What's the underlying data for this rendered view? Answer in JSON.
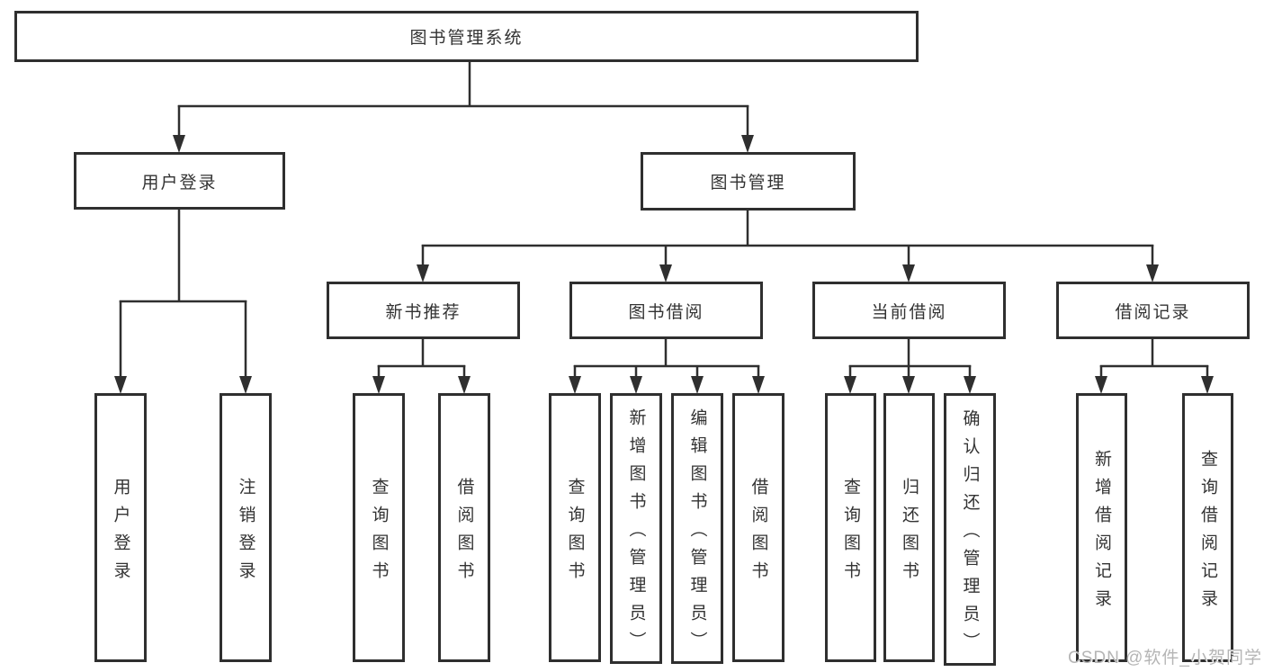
{
  "diagram": {
    "root": {
      "label": "图书管理系统"
    },
    "user": {
      "label": "用户登录",
      "children": [
        {
          "label": "用户登录"
        },
        {
          "label": "注销登录"
        }
      ]
    },
    "books": {
      "label": "图书管理",
      "sections": [
        {
          "label": "新书推荐",
          "children": [
            {
              "label": "查询图书"
            },
            {
              "label": "借阅图书"
            }
          ]
        },
        {
          "label": "图书借阅",
          "children": [
            {
              "label": "查询图书"
            },
            {
              "label": "新增图书（管理员）"
            },
            {
              "label": "编辑图书（管理员）"
            },
            {
              "label": "借阅图书"
            }
          ]
        },
        {
          "label": "当前借阅",
          "children": [
            {
              "label": "查询图书"
            },
            {
              "label": "归还图书"
            },
            {
              "label": "确认归还（管理员）"
            }
          ]
        },
        {
          "label": "借阅记录",
          "children": [
            {
              "label": "新增借阅记录"
            },
            {
              "label": "查询借阅记录"
            }
          ]
        }
      ]
    }
  },
  "watermark": {
    "text": "CSDN @软件_小贺同学"
  },
  "colors": {
    "line": "#2f2f2f",
    "text": "#333333",
    "watermark": "#b5b5b5",
    "background": "#ffffff"
  }
}
